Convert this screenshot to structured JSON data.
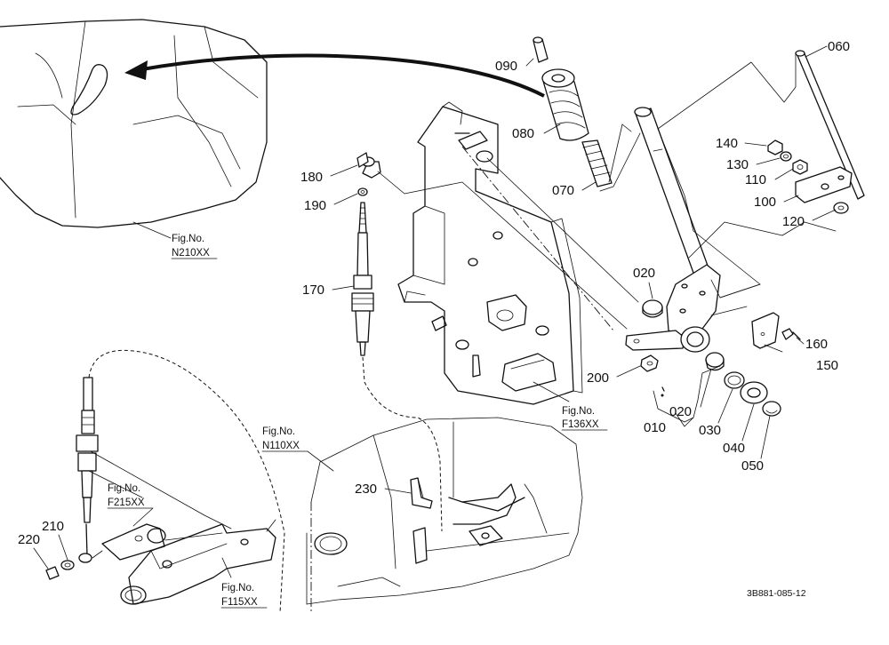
{
  "parts": [
    {
      "id": "p090",
      "label": "090"
    },
    {
      "id": "p080",
      "label": "080"
    },
    {
      "id": "p070",
      "label": "070"
    },
    {
      "id": "p060",
      "label": "060"
    },
    {
      "id": "p140",
      "label": "140"
    },
    {
      "id": "p130",
      "label": "130"
    },
    {
      "id": "p110",
      "label": "110"
    },
    {
      "id": "p100",
      "label": "100"
    },
    {
      "id": "p120",
      "label": "120"
    },
    {
      "id": "p180",
      "label": "180"
    },
    {
      "id": "p190",
      "label": "190"
    },
    {
      "id": "p170",
      "label": "170"
    },
    {
      "id": "p020a",
      "label": "020"
    },
    {
      "id": "p160",
      "label": "160"
    },
    {
      "id": "p150",
      "label": "150"
    },
    {
      "id": "p200",
      "label": "200"
    },
    {
      "id": "p020b",
      "label": "020"
    },
    {
      "id": "p010",
      "label": "010"
    },
    {
      "id": "p030",
      "label": "030"
    },
    {
      "id": "p040",
      "label": "040"
    },
    {
      "id": "p050",
      "label": "050"
    },
    {
      "id": "p230",
      "label": "230"
    },
    {
      "id": "p210",
      "label": "210"
    },
    {
      "id": "p220",
      "label": "220"
    }
  ],
  "figure_refs": [
    {
      "id": "n210",
      "caption": "Fig.No.",
      "code": "N210XX"
    },
    {
      "id": "f136",
      "caption": "Fig.No.",
      "code": "F136XX"
    },
    {
      "id": "n110",
      "caption": "Fig.No.",
      "code": "N110XX"
    },
    {
      "id": "f215",
      "caption": "Fig.No.",
      "code": "F215XX"
    },
    {
      "id": "f115",
      "caption": "Fig.No.",
      "code": "F115XX"
    }
  ],
  "catalog_number": "3B881-085-12"
}
